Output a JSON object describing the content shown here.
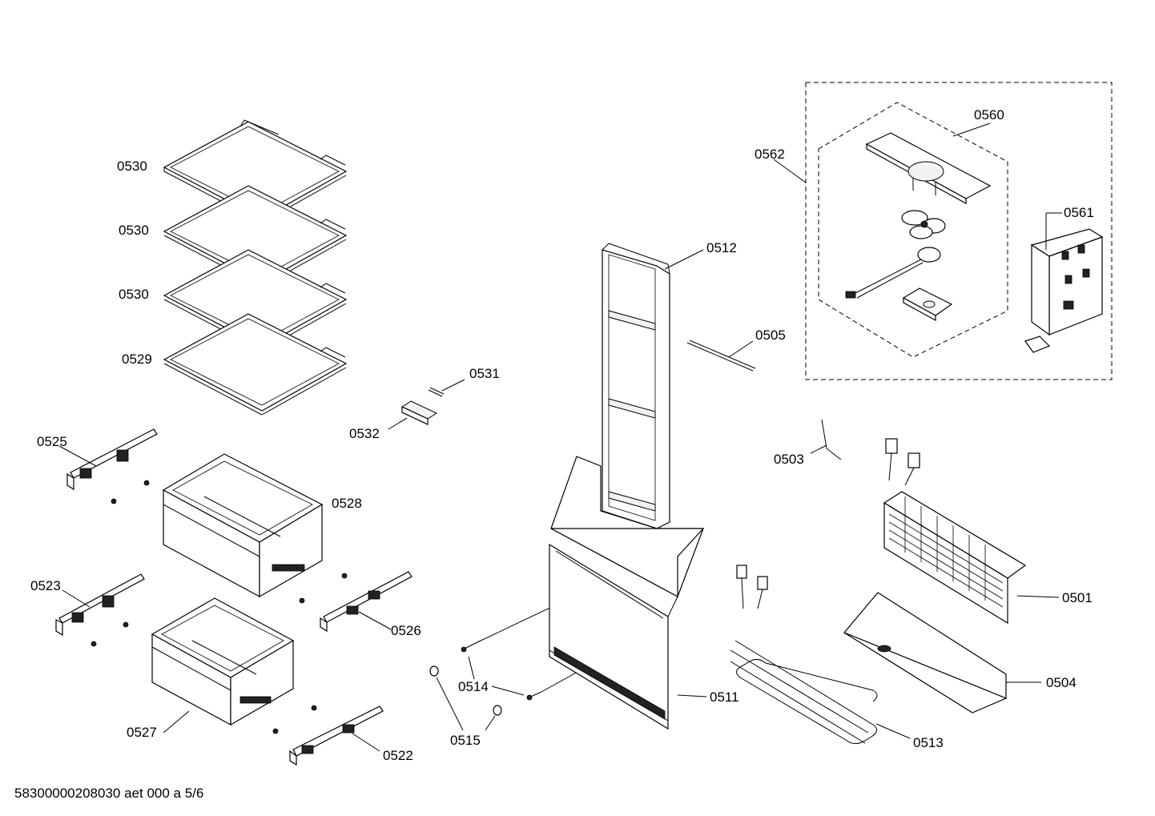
{
  "callouts": {
    "c0530a": "0530",
    "c0530b": "0530",
    "c0530c": "0530",
    "c0529": "0529",
    "c0531": "0531",
    "c0532": "0532",
    "c0525": "0525",
    "c0528": "0528",
    "c0523": "0523",
    "c0526": "0526",
    "c0527": "0527",
    "c0522": "0522",
    "c0514": "0514",
    "c0515": "0515",
    "c0512": "0512",
    "c0505": "0505",
    "c0511": "0511",
    "c0513": "0513",
    "c0560": "0560",
    "c0562": "0562",
    "c0561": "0561",
    "c0503": "0503",
    "c0501": "0501",
    "c0504": "0504"
  },
  "footer": {
    "document_id": "58300000208030 aet 000 a 5/6"
  }
}
